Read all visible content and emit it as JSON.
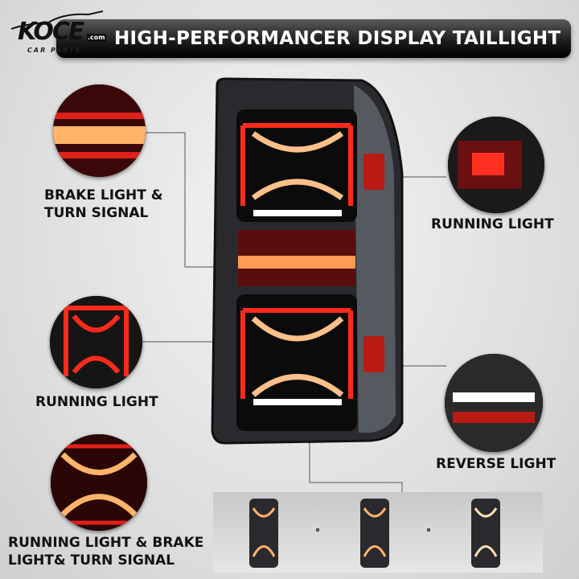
{
  "logo": {
    "brand": "KOCE",
    "domain": ".com",
    "tagline": "CAR PARTS"
  },
  "title": "HIGH-PERFORMANCER DISPLAY TAILLIGHT",
  "callouts": {
    "brake_turn": "BRAKE LIGHT & TURN SIGNAL",
    "running_right": "RUNNING LIGHT",
    "running_left": "RUNNING LIGHT",
    "reverse": "REVERSE LIGHT",
    "combo_line1": "RUNNING LIGHT & BRAKE",
    "combo_line2": "LIGHT& TURN SIGNAL"
  },
  "colors": {
    "red": "#e0201a",
    "amber": "#ffb46a",
    "housing": "#2a2a2e"
  }
}
